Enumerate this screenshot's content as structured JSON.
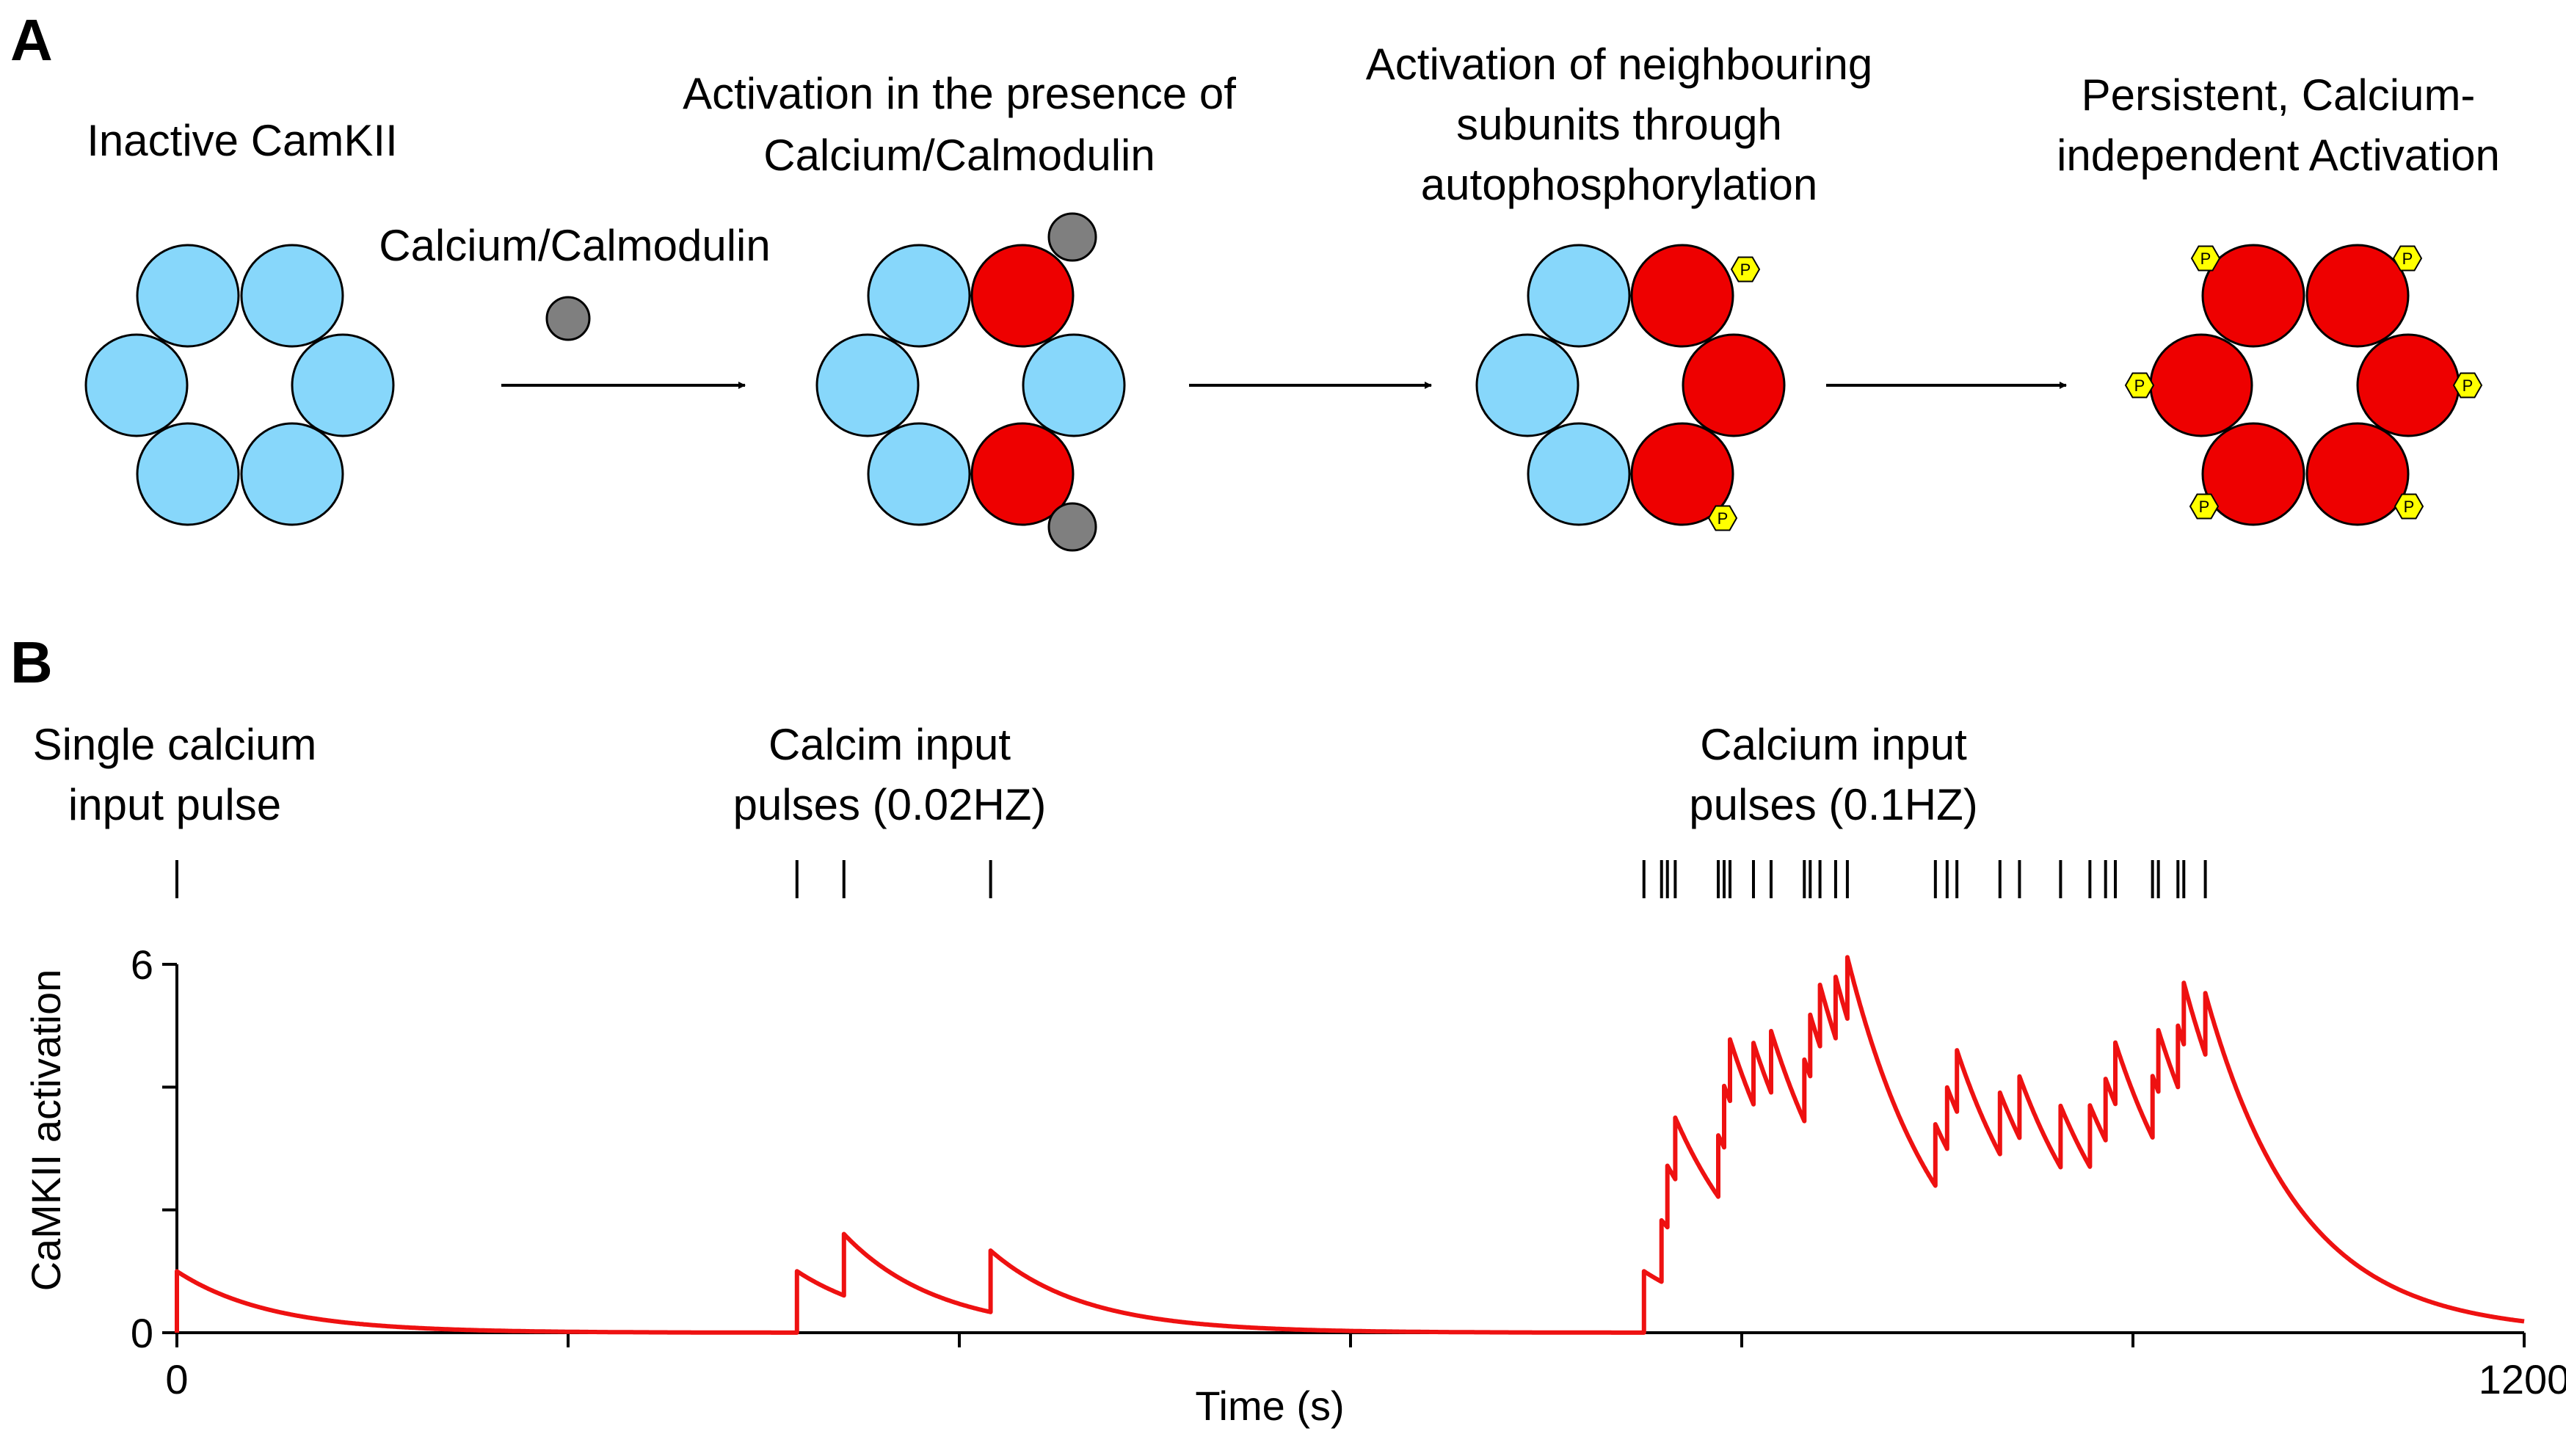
{
  "panel_a": {
    "label": "A",
    "stages": [
      {
        "title_lines": [
          "Inactive CamKII"
        ]
      },
      {
        "title_lines": [
          "Activation in the presence of",
          "Calcium/Calmodulin"
        ]
      },
      {
        "title_lines": [
          "Activation of neighbouring",
          "subunits through",
          "autophosphorylation"
        ]
      },
      {
        "title_lines": [
          "Persistent, Calcium-",
          "independent Activation"
        ]
      }
    ],
    "calmodulin_label": "Calcium/Calmodulin",
    "phospho_label": "P",
    "colors": {
      "inactive": "#87d7fb",
      "active": "#ee0000",
      "calmodulin": "#7f7f7f",
      "phospho": "#ffff00"
    }
  },
  "panel_b": {
    "label": "B",
    "groups": [
      {
        "title_lines": [
          "Single calcium",
          "input pulse"
        ]
      },
      {
        "title_lines": [
          "Calcim input",
          "pulses (0.02HZ)"
        ]
      },
      {
        "title_lines": [
          "Calcium input",
          "pulses (0.1HZ)"
        ]
      }
    ]
  },
  "chart_data": {
    "type": "line",
    "title": "",
    "xlabel": "Time (s)",
    "ylabel": "CaMKII activation",
    "xlim": [
      0,
      1200
    ],
    "ylim": [
      0,
      6
    ],
    "x_tick_labels": [
      {
        "value": 0,
        "label": "0"
      },
      {
        "value": 1200,
        "label": "1200"
      }
    ],
    "y_tick_labels": [
      {
        "value": 0,
        "label": "0"
      },
      {
        "value": 6,
        "label": "6"
      }
    ],
    "x_ticks": [
      0,
      200,
      400,
      600,
      800,
      1000,
      1200
    ],
    "y_ticks": [
      0,
      2,
      4,
      6
    ],
    "line_color": "#ee1111",
    "pulse_times": [
      0,
      317,
      341,
      416,
      750,
      759,
      762,
      766,
      788,
      791,
      794,
      806,
      815,
      832,
      835,
      840,
      848,
      854,
      899,
      905,
      910,
      932,
      942,
      963,
      978,
      986,
      991,
      1010,
      1013,
      1023,
      1026,
      1037
    ],
    "pulse_amplitude": 1.0,
    "decay_time_constant_s": 48
  }
}
